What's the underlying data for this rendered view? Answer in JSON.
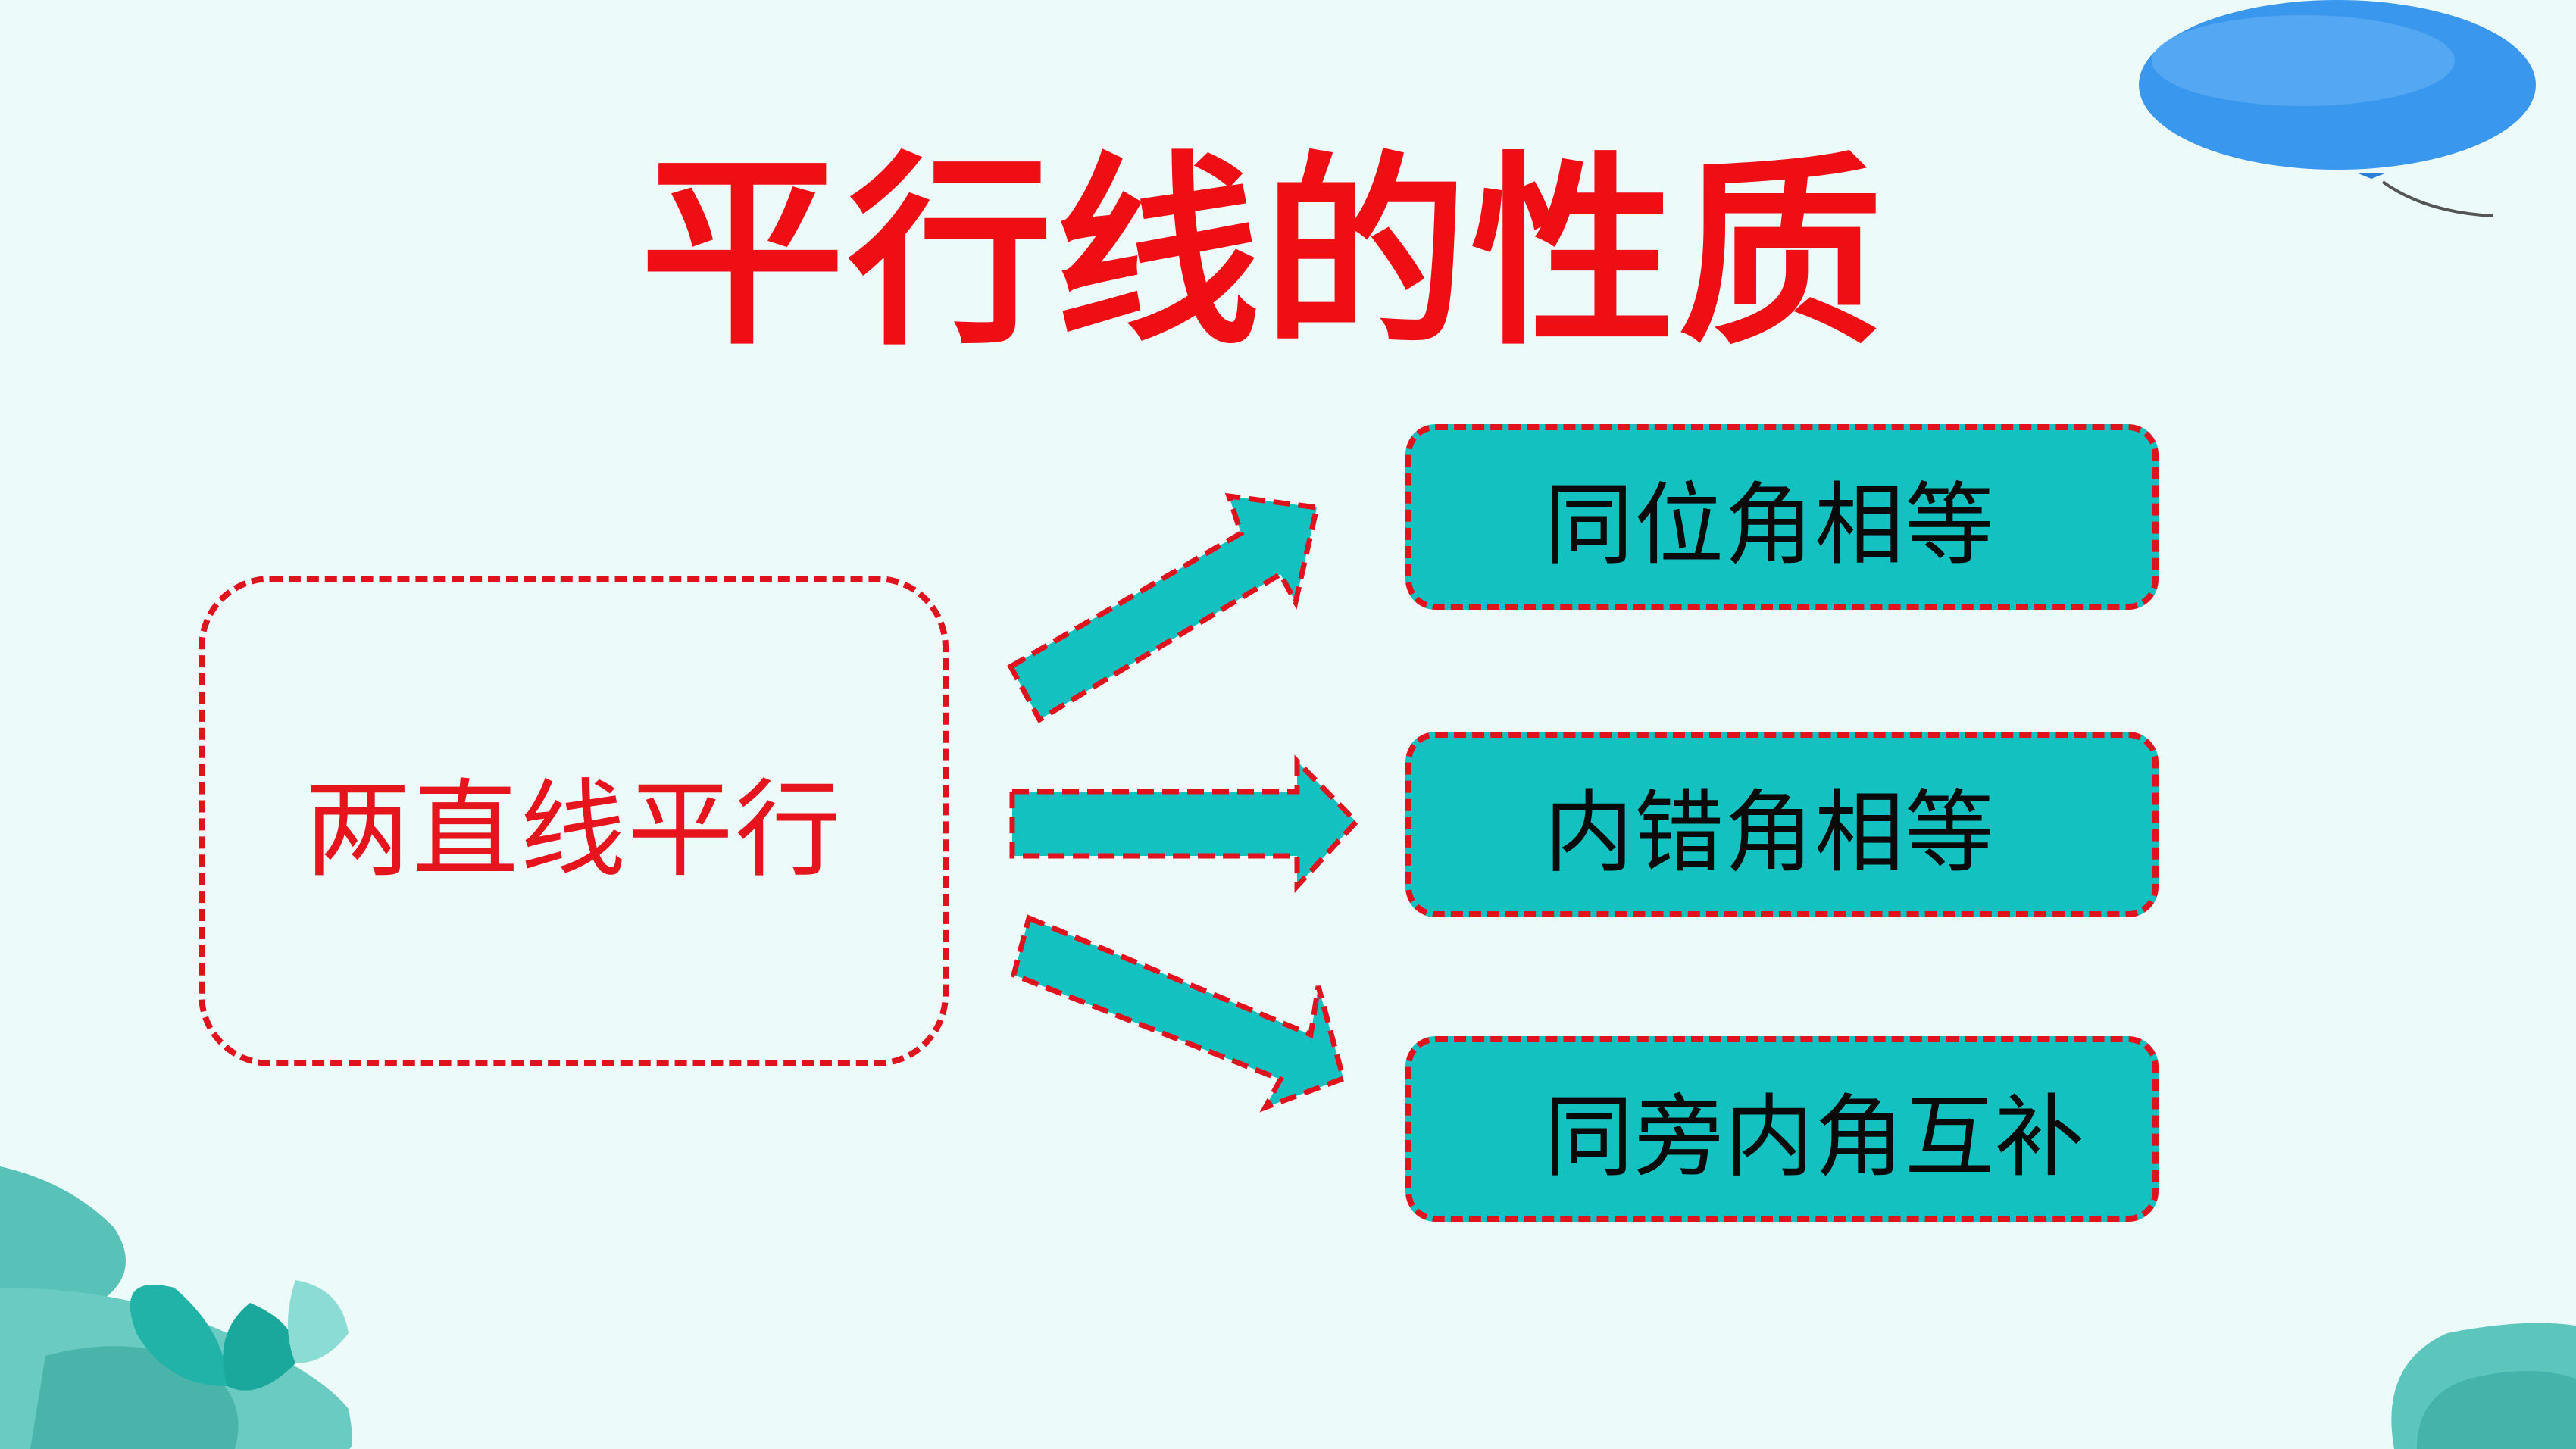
{
  "title": "平行线的性质",
  "source": {
    "label": "两直线平行"
  },
  "results": [
    {
      "label": "同位角相等"
    },
    {
      "label": "内错角相等"
    },
    {
      "label": "同旁内角互补"
    }
  ],
  "colors": {
    "title": "#ee0e14",
    "dashed_border": "#e0121e",
    "box_fill": "#13c1c1",
    "arrow_fill": "#13c1c1",
    "background": "#ecfafa"
  },
  "icons": [
    "balloon-icon",
    "leaf-decoration-icon",
    "rock-decoration-icon"
  ]
}
